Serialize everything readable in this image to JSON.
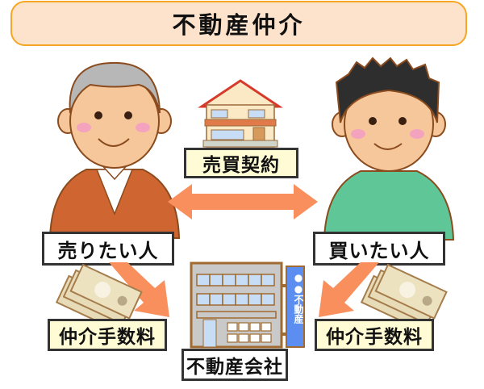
{
  "title": "不動産仲介",
  "contract": {
    "label": "売買契約",
    "icon": "house-icon"
  },
  "seller": {
    "label": "売りたい人",
    "icon": "elderly-man-icon",
    "shirt_color": "#cf6530",
    "hair_color": "#b7b7b7"
  },
  "buyer": {
    "label": "買いたい人",
    "icon": "young-man-icon",
    "shirt_color": "#5fc797",
    "hair_color": "#2e2e2e"
  },
  "fees": {
    "left": {
      "label": "仲介手数料",
      "icon": "yen-bills-icon"
    },
    "right": {
      "label": "仲介手数料",
      "icon": "yen-bills-icon"
    }
  },
  "agency": {
    "label": "不動産会社",
    "sign_text": "●●不動産",
    "icon": "office-building-icon"
  },
  "colors": {
    "arrow": "#f98f5d",
    "title_bg": "#fde3cc",
    "title_border": "#f5a623",
    "label_cream": "#fffbd4",
    "sign_blue": "#5b8ef0"
  }
}
